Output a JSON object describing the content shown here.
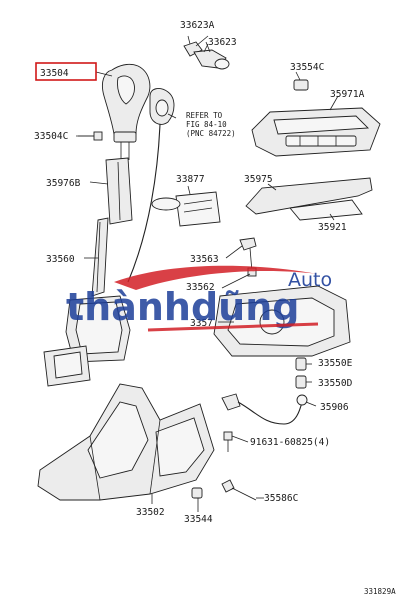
{
  "diagram": {
    "highlighted_part": "33504",
    "labels": {
      "p33623A": "33623A",
      "p33623": "33623",
      "p33504": "33504",
      "p33554C": "33554C",
      "p35971A": "35971A",
      "refer_line1": "REFER TO",
      "refer_line2": "FIG 84-10",
      "refer_line3": "(PNC 84722)",
      "p33504C": "33504C",
      "p35976B": "35976B",
      "p33877": "33877",
      "p35975": "35975",
      "p35921": "35921",
      "p33560": "33560",
      "p33563": "33563",
      "p33562": "33562",
      "p3357": "3357",
      "p33550E": "33550E",
      "p33550D": "33550D",
      "p35906": "35906",
      "p91631": "91631-60825(4)",
      "p35586C": "35586C",
      "p33502": "33502",
      "p33544": "33544",
      "figure_code": "331829A"
    },
    "colors": {
      "highlight_box": "#d01818",
      "line": "#222222"
    }
  },
  "watermark": {
    "brand": "thànhdũng",
    "suffix": "Auto",
    "colors": {
      "blue": "#1d3f9a",
      "red": "#d21f26"
    }
  }
}
